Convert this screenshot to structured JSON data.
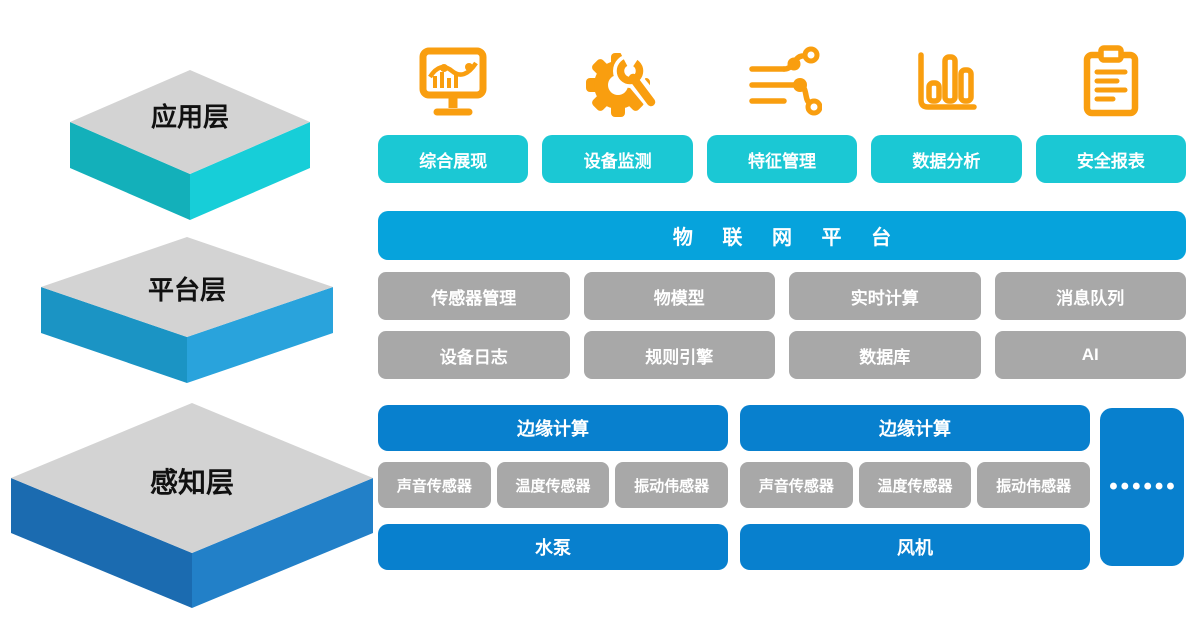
{
  "layers": {
    "application": {
      "label": "应用层"
    },
    "platform": {
      "label": "平台层"
    },
    "perception": {
      "label": "感知层"
    }
  },
  "app_modules": [
    {
      "icon": "monitor-chart-icon",
      "label": "综合展现"
    },
    {
      "icon": "gear-wrench-icon",
      "label": "设备监测"
    },
    {
      "icon": "data-flow-icon",
      "label": "特征管理"
    },
    {
      "icon": "bar-chart-icon",
      "label": "数据分析"
    },
    {
      "icon": "report-clipboard-icon",
      "label": "安全报表"
    }
  ],
  "platform_section": {
    "banner": "物 联 网 平 台",
    "row1": [
      "传感器管理",
      "物模型",
      "实时计算",
      "消息队列"
    ],
    "row2": [
      "设备日志",
      "规则引擎",
      "数据库",
      "AI"
    ]
  },
  "perception_section": {
    "groups": [
      {
        "edge_label": "边缘计算",
        "sensors": [
          "声音传感器",
          "温度传感器",
          "振动伟感器"
        ],
        "device_label": "水泵"
      },
      {
        "edge_label": "边缘计算",
        "sensors": [
          "声音传感器",
          "温度传感器",
          "振动伟感器"
        ],
        "device_label": "风机"
      }
    ],
    "ellipsis": "••••••"
  },
  "colors": {
    "cyan_button": "#1BC8D4",
    "banner_azure": "#06A3DC",
    "deep_blue_bar": "#0880CE",
    "gray_button": "#A8A8A8",
    "icon_orange": "#F99E0F",
    "slab_top_gray": "#D3D3D3",
    "app_layer_side_left": "#13B0BA",
    "app_layer_side_right": "#17CED8",
    "platform_layer_side_left": "#1B94C4",
    "platform_layer_side_right": "#29A3DC",
    "perception_layer_side_left": "#1B6BB0",
    "perception_layer_side_right": "#2280C8"
  }
}
